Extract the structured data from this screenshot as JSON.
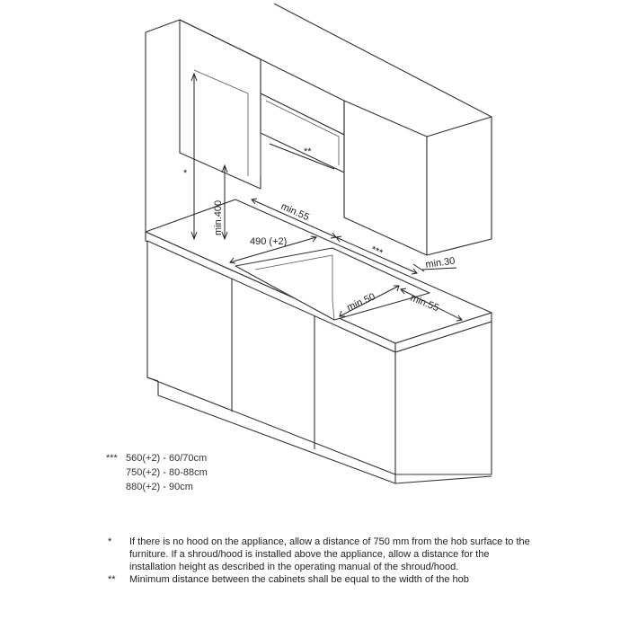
{
  "dimensions": {
    "min_400": "min.400",
    "star_single": "*",
    "star_double": "**",
    "star_triple": "***",
    "min_55_top": "min.55",
    "min_55_right": "min.55",
    "min_30": "min.30",
    "min_50": "min.50",
    "cutout_490": "490 (+2)"
  },
  "sizes": {
    "marker": "***",
    "rows": [
      "560(+2) - 60/70cm",
      "750(+2) - 80-88cm",
      "880(+2) - 90cm"
    ]
  },
  "notes": [
    {
      "marker": "*",
      "text": "If there is no hood on the appliance, allow a distance of 750 mm from the hob surface to the furniture. If a shroud/hood is installed above the appliance, allow a distance for the installation height as described in the operating manual of the shroud/hood."
    },
    {
      "marker": "**",
      "text": "Minimum distance between the cabinets shall be equal to the width of the hob"
    }
  ]
}
